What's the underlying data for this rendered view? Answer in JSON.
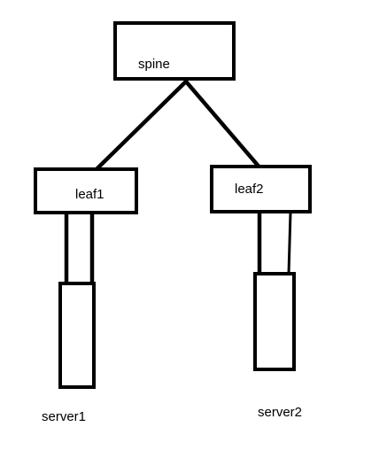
{
  "diagram": {
    "nodes": {
      "spine": {
        "label": "spine"
      },
      "leaf1": {
        "label": "leaf1"
      },
      "leaf2": {
        "label": "leaf2"
      },
      "server1": {
        "label": "server1"
      },
      "server2": {
        "label": "server2"
      }
    },
    "edges": [
      {
        "from": "spine",
        "to": "leaf1"
      },
      {
        "from": "spine",
        "to": "leaf2"
      },
      {
        "from": "leaf1",
        "to": "server1",
        "links": 2
      },
      {
        "from": "leaf2",
        "to": "server2",
        "links": 2
      }
    ],
    "colors": {
      "stroke": "#000000",
      "background": "#ffffff"
    }
  }
}
